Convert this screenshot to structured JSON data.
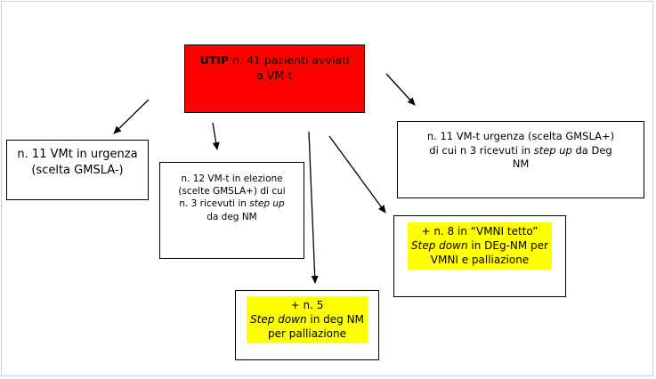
{
  "source": {
    "bold": "UTIP",
    "text_1": " n. 41 pazienti avviati",
    "text_2": "a VM-t",
    "fill": "#ff0000"
  },
  "box_urgent_left": {
    "line_1": "n. 11 VMt in urgenza",
    "line_2": "(scelta GMSLA-)"
  },
  "box_elective": {
    "line_1": "n. 12 VM-t in elezione",
    "line_2": "(scelte GMSLA+) di cui",
    "line_3_pre": "n. 3 ricevuti in ",
    "line_3_em": "step up",
    "line_4": "da deg NM"
  },
  "box_urgent_right": {
    "line_1": "n. 11 VM-t urgenza (scelta GMSLA+)",
    "line_2_pre": "di cui n 3 ricevuti in ",
    "line_2_em": "step up",
    "line_2_post": " da Deg",
    "line_3": "NM"
  },
  "box_vmni": {
    "line_1": "+ n. 8 in “VMNI tetto”",
    "line_2_em": "Step down",
    "line_2_post": " in DEg-NM per",
    "line_3": "VMNI e palliazione",
    "highlight": "#ffff00"
  },
  "box_palliation": {
    "line_1": "+ n. 5",
    "line_2_em": "Step down",
    "line_2_post": " in deg NM",
    "line_3": "per palliazione",
    "highlight": "#ffff00"
  }
}
